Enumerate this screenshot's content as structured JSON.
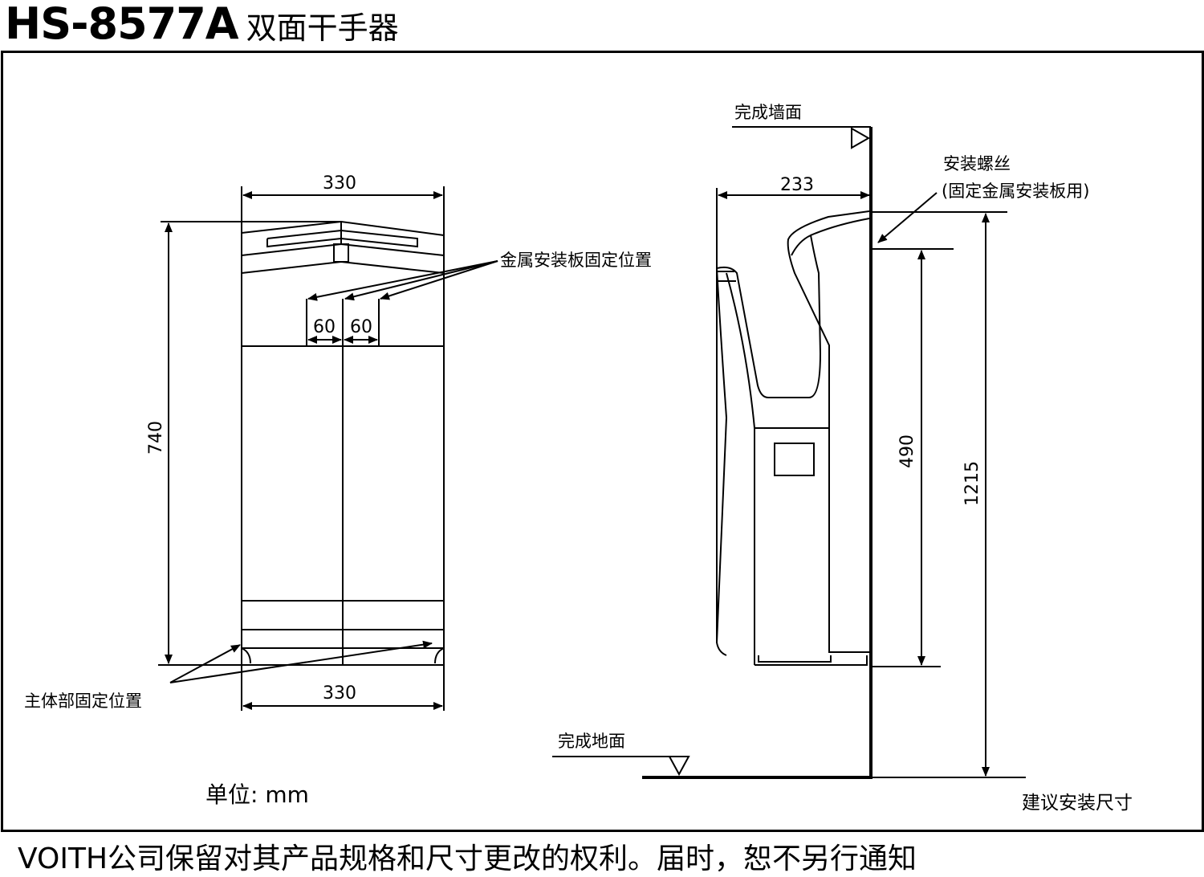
{
  "header": {
    "model": "HS-8577A",
    "product_name": "双面干手器"
  },
  "footer": {
    "notice": "VOITH公司保留对其产品规格和尺寸更改的权利。届时，恕不另行通知"
  },
  "front_view": {
    "top_width": "330",
    "bottom_width": "330",
    "height": "740",
    "plate_offset_left": "60",
    "plate_offset_right": "60",
    "label_plate_position": "金属安装板固定位置",
    "label_body_position": "主体部固定位置"
  },
  "side_view": {
    "label_wall": "完成墙面",
    "label_floor": "完成地面",
    "depth": "233",
    "label_screw": "安装螺丝",
    "label_screw_note": "(固定金属安装板用)",
    "height_plate": "490",
    "height_total": "1215",
    "caption": "建议安装尺寸"
  },
  "unit_label": "单位: mm"
}
